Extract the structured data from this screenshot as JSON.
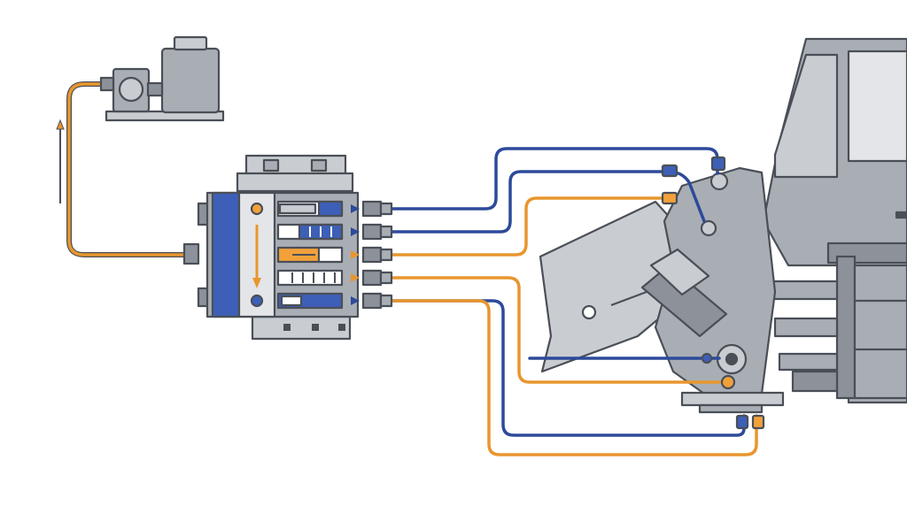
{
  "colors": {
    "background": "#ffffff",
    "outline": "#4a4f57",
    "body_gray": "#a9aeb5",
    "light_gray": "#c9cdd2",
    "dark_gray": "#8d929a",
    "window": "#e3e5e8",
    "line_orange": "#e8962e",
    "line_blue": "#2d4a9a",
    "valve_blue": "#3d5fb8",
    "valve_orange": "#f2a13a"
  },
  "components": [
    {
      "id": "reservoir",
      "icon": "hydraulic-reservoir-icon"
    },
    {
      "id": "pump",
      "icon": "hydraulic-pump-icon"
    },
    {
      "id": "valve-block",
      "icon": "directional-control-valve-icon"
    },
    {
      "id": "bucket",
      "icon": "loader-bucket-icon"
    },
    {
      "id": "cab",
      "icon": "machine-cab-icon"
    },
    {
      "id": "flow-arrow",
      "icon": "flow-direction-arrow-icon"
    }
  ],
  "lines": [
    {
      "id": "supply",
      "color": "orange"
    },
    {
      "id": "work-a1",
      "color": "blue"
    },
    {
      "id": "work-a2",
      "color": "blue"
    },
    {
      "id": "work-b1",
      "color": "orange"
    },
    {
      "id": "work-b2",
      "color": "orange"
    },
    {
      "id": "work-c1",
      "color": "blue"
    },
    {
      "id": "work-c2",
      "color": "orange"
    }
  ]
}
